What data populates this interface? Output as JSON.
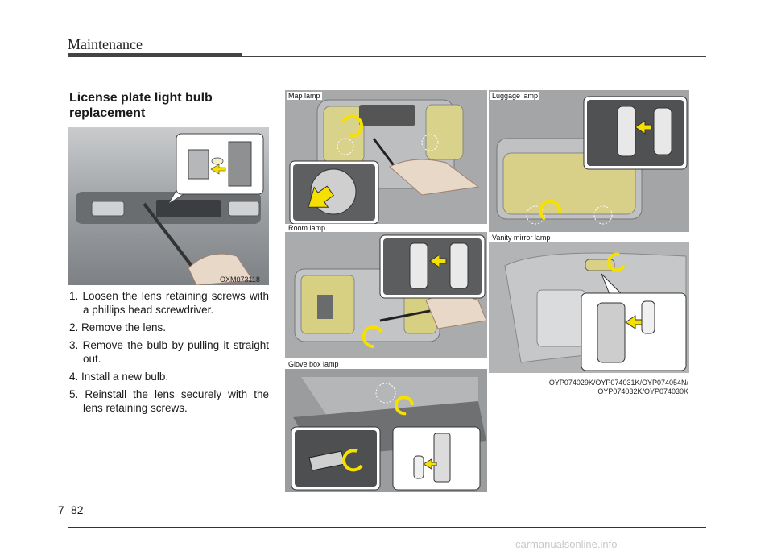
{
  "header": {
    "title": "Maintenance"
  },
  "section": {
    "title": "License plate light bulb replacement",
    "photo_code": "OXM073118",
    "steps": [
      "1. Loosen the lens retaining screws with a phillips head screwdriver.",
      "2. Remove the lens.",
      "3. Remove the bulb by pulling it straight out.",
      "4. Install a new bulb.",
      "5. Reinstall the lens securely with the lens retaining screws."
    ]
  },
  "panels": {
    "map_lamp": "Map lamp",
    "room_lamp": "Room lamp",
    "glove_box_lamp": "Glove box lamp",
    "luggage_lamp": "Luggage lamp",
    "vanity_mirror_lamp": "Vanity mirror lamp"
  },
  "figure_codes": {
    "line1": "OYP074029K/OYP074031K/OYP074054N/",
    "line2": "OYP074032K/OYP074030K"
  },
  "footer": {
    "chapter": "7",
    "page": "82"
  },
  "watermark": "carmanualsonline.info"
}
